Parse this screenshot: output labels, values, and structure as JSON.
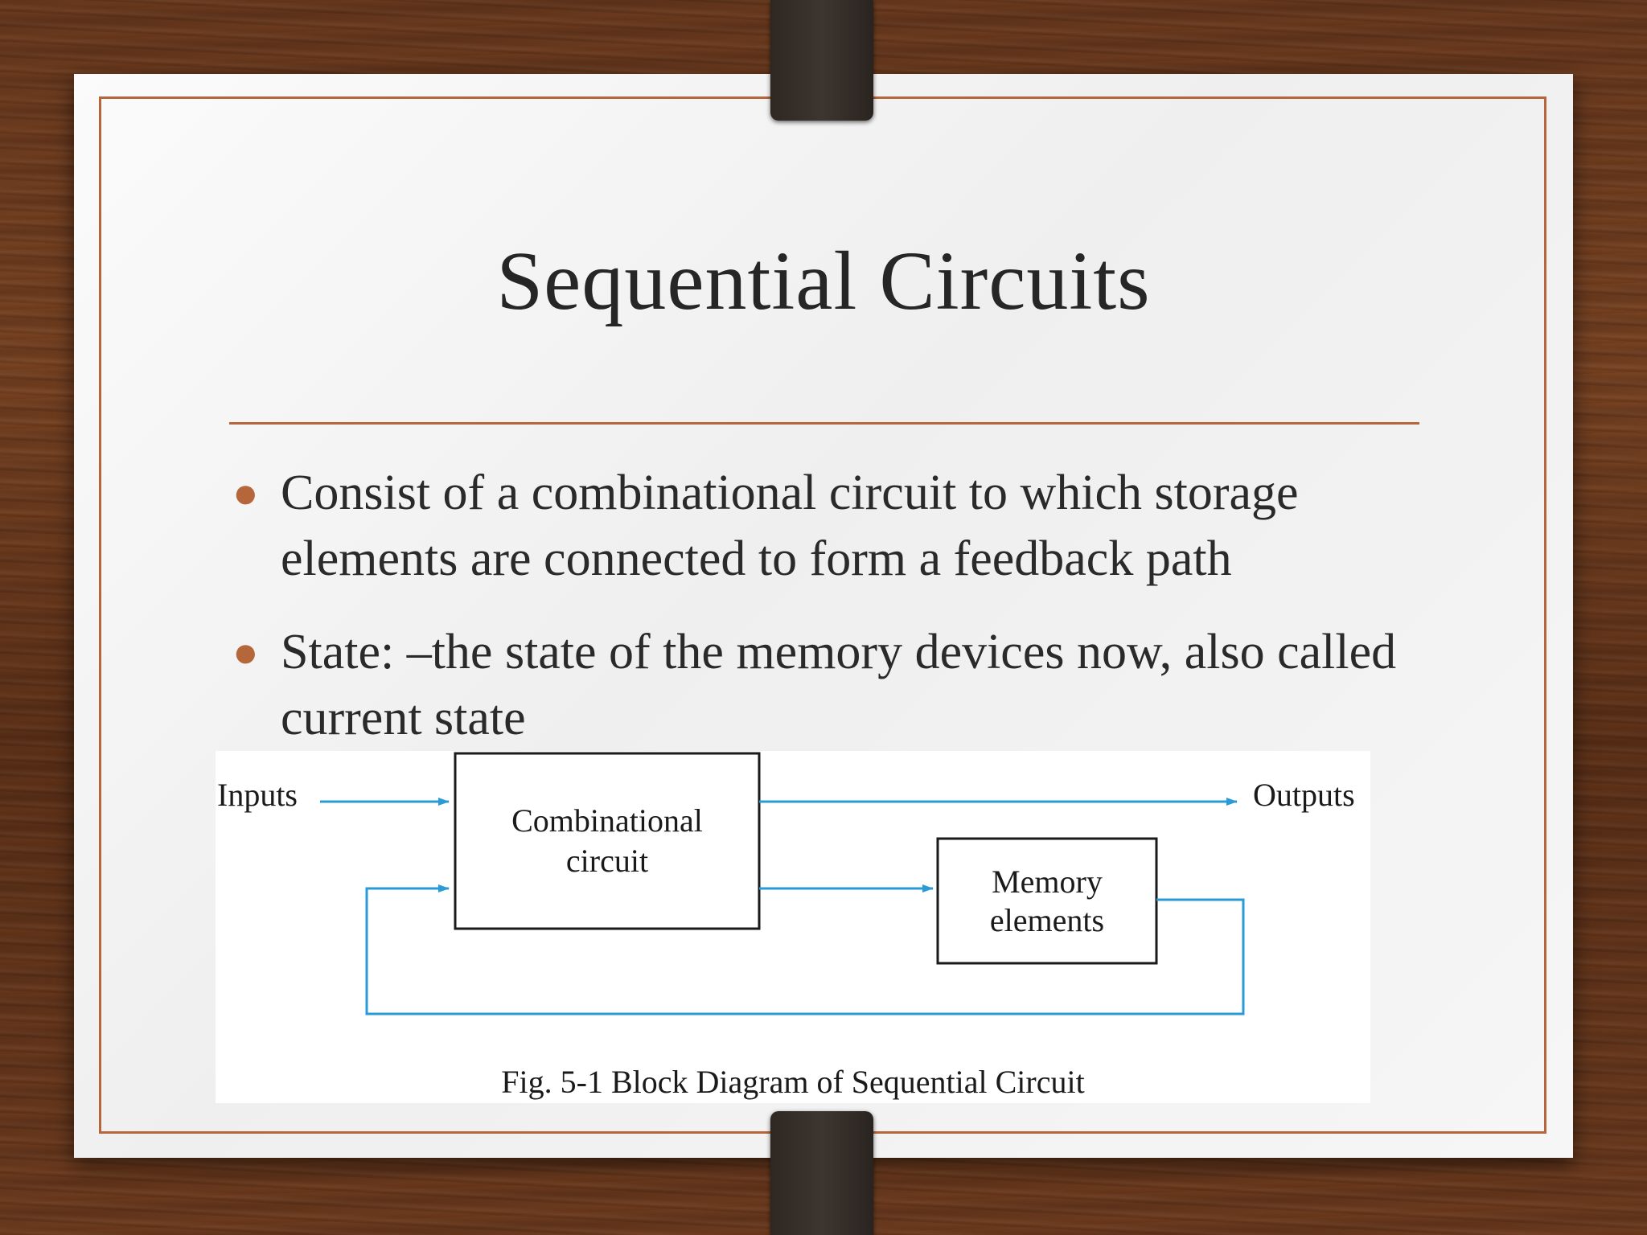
{
  "slide": {
    "title": "Sequential Circuits",
    "bullets": [
      "Consist of a combinational circuit to which storage elements are connected to form a feedback path",
      "State: –the state of the memory devices now, also called current state"
    ]
  },
  "figure": {
    "inputs_label": "Inputs",
    "outputs_label": "Outputs",
    "combinational_line1": "Combinational",
    "combinational_line2": "circuit",
    "memory_line1": "Memory",
    "memory_line2": "elements",
    "caption": "Fig. 5-1  Block Diagram of Sequential Circuit"
  },
  "colors": {
    "accent": "#b5663a",
    "arrow": "#2a9bd6"
  }
}
